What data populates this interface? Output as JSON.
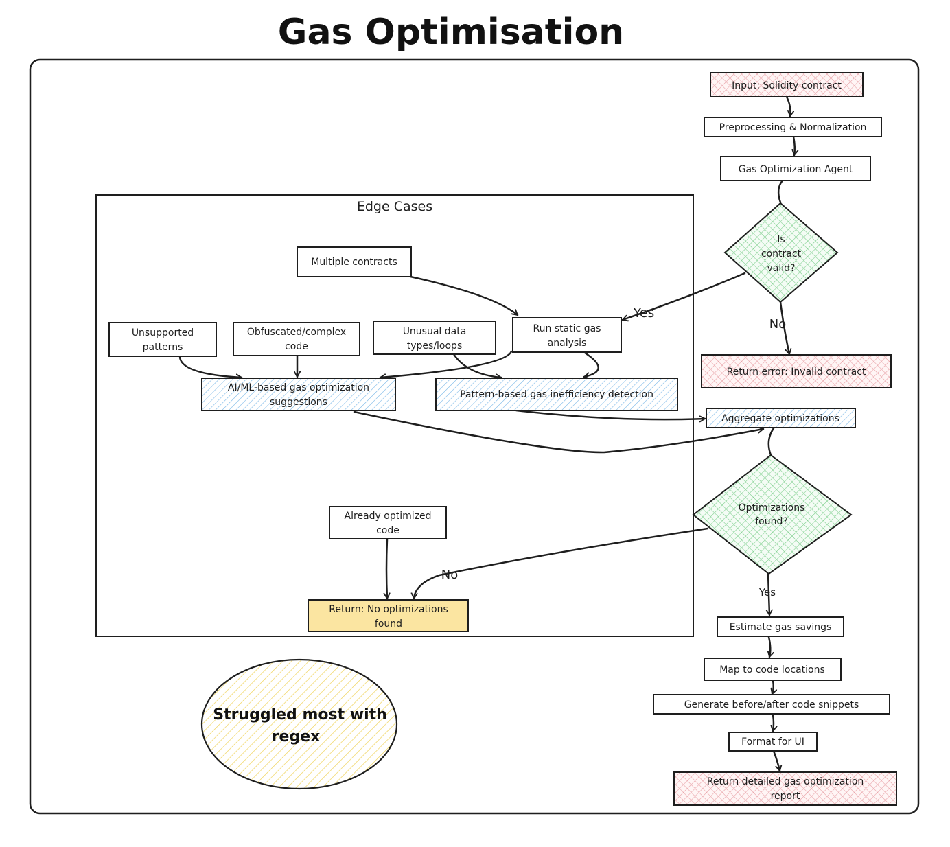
{
  "title": "Gas Optimisation",
  "colors": {
    "pink": "#ffc9c9",
    "pink_hatch": "#e8a0a6",
    "green": "#b2f2bb",
    "green_hatch": "#7fcf8e",
    "blue_hatch": "#7ab8e8",
    "yellow": "#ffec99",
    "yellow_fill": "#fbe5a1",
    "yellow_hatch": "#f0d35a",
    "stroke": "#1e1e1e"
  },
  "main_flow": {
    "input": "Input: Solidity contract",
    "preprocess": "Preprocessing & Normalization",
    "agent": "Gas Optimization Agent",
    "valid_line1": "Is",
    "valid_line2": "contract",
    "valid_line3": "valid?",
    "yes_label": "Yes",
    "no_label": "No",
    "error": "Return error: Invalid contract",
    "aggregate": "Aggregate optimizations",
    "found_line1": "Optimizations",
    "found_line2": "found?",
    "found_no": "No",
    "found_yes": "Yes",
    "estimate": "Estimate gas savings",
    "map": "Map to code locations",
    "generate": "Generate before/after code snippets",
    "format": "Format for UI",
    "report_line1": "Return detailed gas optimization",
    "report_line2": "report"
  },
  "edge_cases": {
    "title": "Edge Cases",
    "multiple": "Multiple contracts",
    "run_static_line1": "Run static gas",
    "run_static_line2": "analysis",
    "unsupported_line1": "Unsupported",
    "unsupported_line2": "patterns",
    "obfuscated_line1": "Obfuscated/complex",
    "obfuscated_line2": "code",
    "unusual_line1": "Unusual data",
    "unusual_line2": "types/loops",
    "ai_line1": "AI/ML-based gas optimization",
    "ai_line2": "suggestions",
    "pattern": "Pattern-based gas inefficiency detection",
    "already_line1": "Already optimized",
    "already_line2": "code",
    "no_opt_line1": "Return: No optimizations",
    "no_opt_line2": "found"
  },
  "note": {
    "line1": "Struggled most with",
    "line2": "regex"
  }
}
